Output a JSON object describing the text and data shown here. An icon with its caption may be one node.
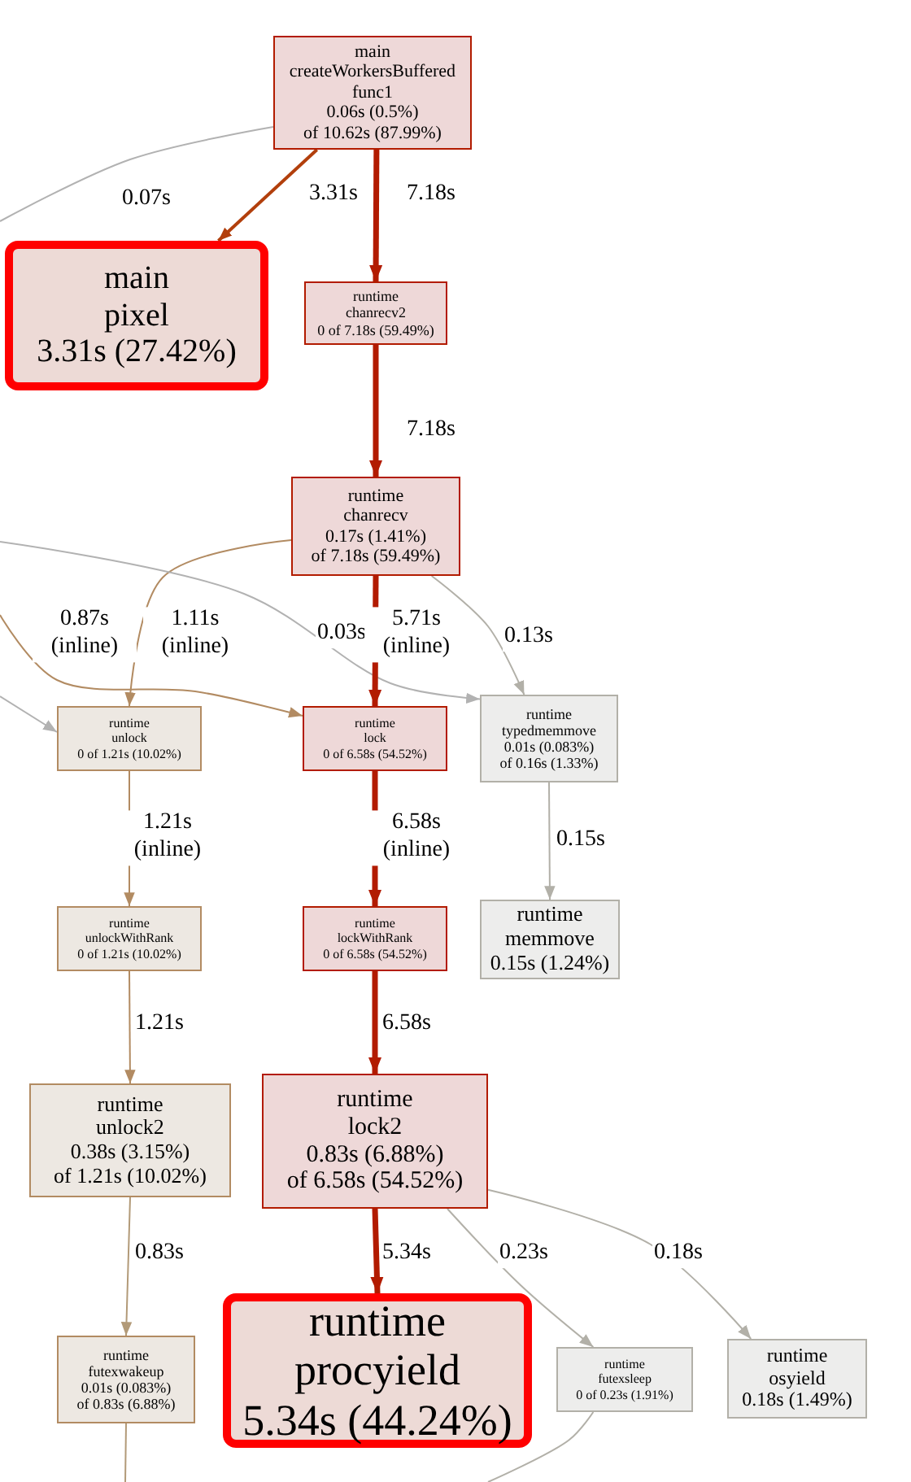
{
  "diagram": {
    "nodes": [
      {
        "text": [
          "main",
          "createWorkersBuffered",
          "func1",
          "0.06s (0.5%)",
          "of 10.62s (87.99%)"
        ]
      },
      {
        "text": [
          "main",
          "pixel",
          "3.31s (27.42%)"
        ]
      },
      {
        "text": [
          "runtime",
          "chanrecv2",
          "0 of 7.18s (59.49%)"
        ]
      },
      {
        "text": [
          "runtime",
          "chanrecv",
          "0.17s (1.41%)",
          "of 7.18s (59.49%)"
        ]
      },
      {
        "text": [
          "runtime",
          "unlock",
          "0 of 1.21s (10.02%)"
        ]
      },
      {
        "text": [
          "runtime",
          "lock",
          "0 of 6.58s (54.52%)"
        ]
      },
      {
        "text": [
          "runtime",
          "typedmemmove",
          "0.01s (0.083%)",
          "of 0.16s (1.33%)"
        ]
      },
      {
        "text": [
          "runtime",
          "unlockWithRank",
          "0 of 1.21s (10.02%)"
        ]
      },
      {
        "text": [
          "runtime",
          "lockWithRank",
          "0 of 6.58s (54.52%)"
        ]
      },
      {
        "text": [
          "runtime",
          "memmove",
          "0.15s (1.24%)"
        ]
      },
      {
        "text": [
          "runtime",
          "unlock2",
          "0.38s (3.15%)",
          "of 1.21s (10.02%)"
        ]
      },
      {
        "text": [
          "runtime",
          "lock2",
          "0.83s (6.88%)",
          "of 6.58s (54.52%)"
        ]
      },
      {
        "text": [
          "runtime",
          "procyield",
          "5.34s (44.24%)"
        ]
      },
      {
        "text": [
          "runtime",
          "futexwakeup",
          "0.01s (0.083%)",
          "of 0.83s (6.88%)"
        ]
      },
      {
        "text": [
          "runtime",
          "futexsleep",
          "0 of 0.23s (1.91%)"
        ]
      },
      {
        "text": [
          "runtime",
          "osyield",
          "0.18s (1.49%)"
        ]
      }
    ],
    "edges": [
      {
        "from": 0,
        "to": null,
        "arrow": "none",
        "label": "0.07s",
        "color": "#b2b2b2"
      },
      {
        "from": 0,
        "to": 1,
        "arrow": "to",
        "label": "3.31s",
        "color": "#b23f0c"
      },
      {
        "from": 0,
        "to": 2,
        "arrow": "to",
        "label": "7.18s",
        "style": "thick",
        "color": "#b21b00"
      },
      {
        "from": 2,
        "to": 3,
        "arrow": "to",
        "label": "7.18s",
        "style": "thick",
        "color": "#b21b00"
      },
      {
        "from": 3,
        "to": 4,
        "arrow": "to",
        "label": "1.11s (inline)",
        "color": "#b28b62"
      },
      {
        "from": null,
        "to": 5,
        "arrow": "to",
        "label": "0.87s (inline)",
        "color": "#b28b62"
      },
      {
        "from": null,
        "to": 6,
        "arrow": "to",
        "label": "0.03s",
        "color": "#b2b2b2"
      },
      {
        "from": 3,
        "to": 5,
        "arrow": "to",
        "label": "5.71s (inline)",
        "style": "thick",
        "color": "#b21b00"
      },
      {
        "from": 3,
        "to": 6,
        "arrow": "to",
        "label": "0.13s",
        "color": "#b2b0a8"
      },
      {
        "from": null,
        "to": 4,
        "arrow": "to",
        "color": "#b2b2b2"
      },
      {
        "from": 4,
        "to": 7,
        "arrow": "to",
        "label": "1.21s (inline)",
        "color": "#b28b62"
      },
      {
        "from": 5,
        "to": 8,
        "arrow": "to",
        "label": "6.58s (inline)",
        "style": "thick",
        "color": "#b21b00"
      },
      {
        "from": 6,
        "to": 9,
        "arrow": "to",
        "label": "0.15s",
        "color": "#b2b0a8"
      },
      {
        "from": 7,
        "to": 10,
        "arrow": "to",
        "label": "1.21s",
        "color": "#b28b62"
      },
      {
        "from": 8,
        "to": 11,
        "arrow": "to",
        "label": "6.58s",
        "style": "thick",
        "color": "#b21b00"
      },
      {
        "from": 10,
        "to": 13,
        "arrow": "to",
        "label": "0.83s",
        "color": "#b29a78"
      },
      {
        "from": 11,
        "to": 12,
        "arrow": "to",
        "label": "5.34s",
        "style": "thick",
        "color": "#b21b00"
      },
      {
        "from": 11,
        "to": 14,
        "arrow": "to",
        "label": "0.23s",
        "color": "#b2b0a8"
      },
      {
        "from": 11,
        "to": 15,
        "arrow": "to",
        "label": "0.18s",
        "color": "#b2b0a8"
      },
      {
        "from": 13,
        "to": null,
        "arrow": "none",
        "color": "#b29a78"
      },
      {
        "from": 14,
        "to": null,
        "arrow": "none",
        "color": "#b2b0a8"
      }
    ]
  }
}
